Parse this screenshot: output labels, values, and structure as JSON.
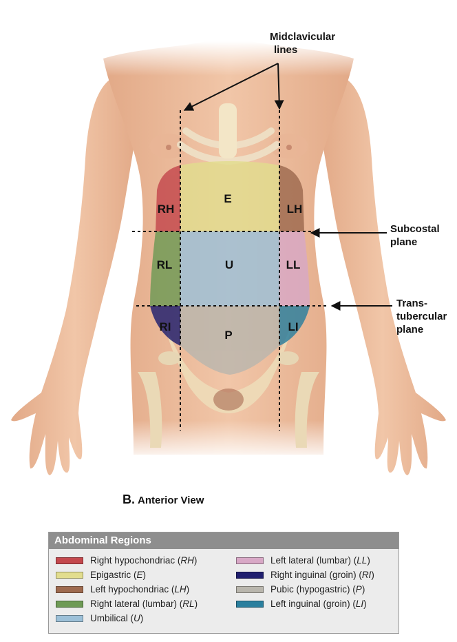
{
  "annotations": {
    "midclavicular": [
      "Midclavicular",
      "lines"
    ],
    "subcostal": [
      "Subcostal",
      "plane"
    ],
    "transtubercular": [
      "Trans-",
      "tubercular",
      "plane"
    ]
  },
  "regions": {
    "rh": {
      "label": "RH",
      "color": "#c4484d"
    },
    "e": {
      "label": "E",
      "color": "#e2dd8e"
    },
    "lh": {
      "label": "LH",
      "color": "#9e6a4f"
    },
    "rl": {
      "label": "RL",
      "color": "#6e9a55"
    },
    "u": {
      "label": "U",
      "color": "#9cc0d8"
    },
    "ll": {
      "label": "LL",
      "color": "#d8a8c6"
    },
    "ri": {
      "label": "RI",
      "color": "#1f1e6e"
    },
    "p": {
      "label": "P",
      "color": "#b9b6ad"
    },
    "li": {
      "label": "LI",
      "color": "#2a7f9e"
    }
  },
  "caption": {
    "letter": "B.",
    "text": "Anterior View"
  },
  "legend": {
    "title": "Abdominal Regions",
    "items": [
      {
        "name": "Right hypochondriac (",
        "abbr": "RH",
        "close": ")",
        "color": "#c4484d"
      },
      {
        "name": "Epigastric (",
        "abbr": "E",
        "close": ")",
        "color": "#e2dd8e"
      },
      {
        "name": "Left hypochondriac (",
        "abbr": "LH",
        "close": ")",
        "color": "#9e6a4f"
      },
      {
        "name": "Right lateral (lumbar) (",
        "abbr": "RL",
        "close": ")",
        "color": "#6e9a55"
      },
      {
        "name": "Umbilical (",
        "abbr": "U",
        "close": ")",
        "color": "#9cc0d8"
      },
      {
        "name": "Left lateral (lumbar) (",
        "abbr": "LL",
        "close": ")",
        "color": "#d8a8c6"
      },
      {
        "name": "Right inguinal (groin) (",
        "abbr": "RI",
        "close": ")",
        "color": "#1f1e6e"
      },
      {
        "name": "Pubic (hypogastric) (",
        "abbr": "P",
        "close": ")",
        "color": "#b9b6ad"
      },
      {
        "name": "Left inguinal (groin) (",
        "abbr": "LI",
        "close": ")",
        "color": "#2a7f9e"
      }
    ]
  }
}
